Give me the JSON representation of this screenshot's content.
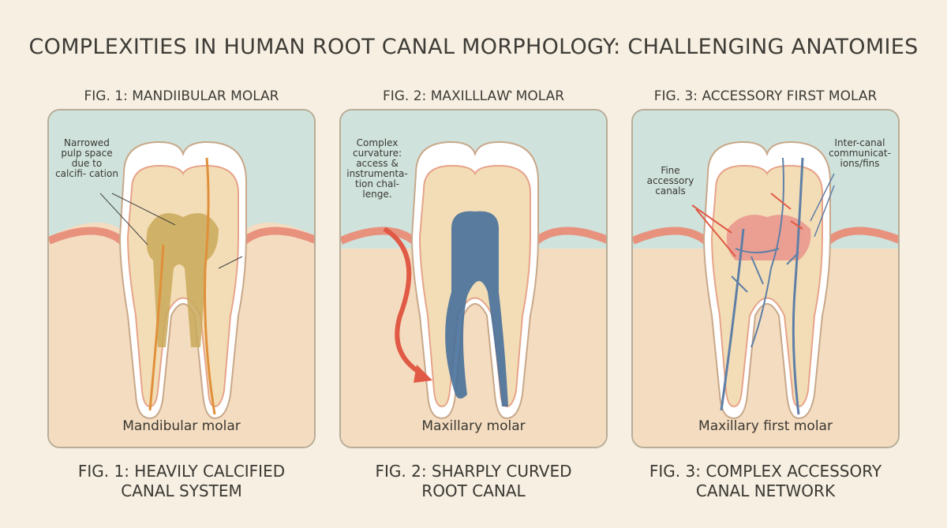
{
  "title": "COMPLEXITIES IN HUMAN ROOT CANAL MORPHOLOGY: CHALLENGING ANATOMIES",
  "figures": [
    {
      "heading": "FIG. 1: MANDIIBULAR MOLAR",
      "caption": "Mandibular molar",
      "footer_line1": "FIG. 1: HEAVILY CALCIFIED",
      "footer_line2": "CANAL SYSTEM",
      "annotations": [
        "Narrowed pulp space due to calcifi- cation"
      ],
      "canal_color": "#e0903a",
      "pulp_color": "#c9a95a"
    },
    {
      "heading": "FIG. 2: MAXILLLAⱲ MOLAR",
      "caption": "Maxillary molar",
      "footer_line1": "FIG. 2: SHARPLY CURVED",
      "footer_line2": "ROOT CANAL",
      "annotations": [
        "Complex curvature: access & instrumenta- tion chal- lenge."
      ],
      "canal_color": "#48709a",
      "arrow_color": "#e05a45"
    },
    {
      "heading": "FIG. 3: ACCESSORY FIRST MOLAR",
      "caption": "Maxillary first molar",
      "footer_line1": "FIG. 3: COMPLEX ACCESSORY",
      "footer_line2": "CANAL NETWORK",
      "annotations": [
        "Fine accessory canals",
        "Inter-canal communicat- ions/fins"
      ],
      "canal_color": "#5f7fa6",
      "pulp_color": "#e8908a"
    }
  ],
  "colors": {
    "background": "#f6efe2",
    "gum_teal": "#cfe2dc",
    "gum_pink": "#f0b8a2",
    "bone": "#f4dcc0",
    "enamel": "#ffffff",
    "dentin": "#f3ddb7"
  }
}
